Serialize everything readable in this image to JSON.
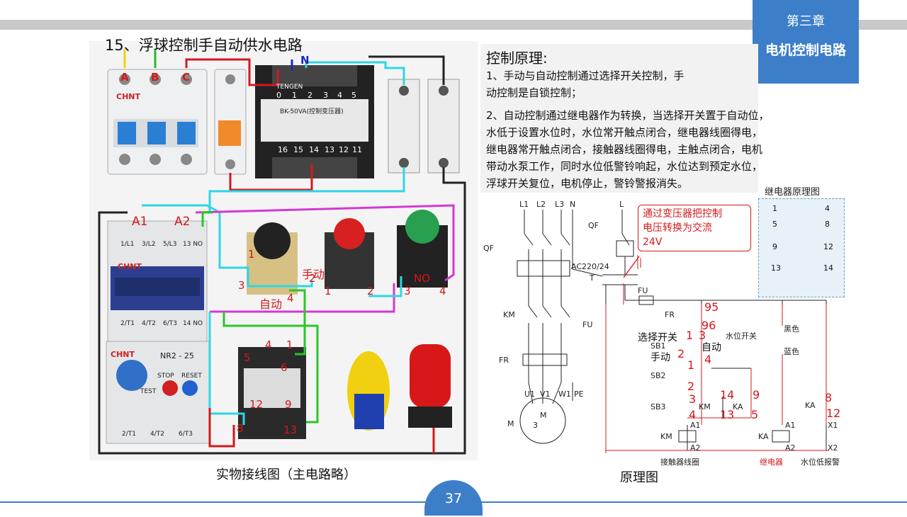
{
  "header": {
    "chapter": "第三章",
    "section": "电机控制电路"
  },
  "title": "15、浮球控制手自动供水电路",
  "principle": {
    "heading": "控制原理:",
    "p1_line1": "1、手动与自动控制通过选择开关控制，手",
    "p1_line2": "动控制是自锁控制；",
    "p2_lines": [
      "2、自动控制通过继电器作为转换，当选择开关置于自动位，",
      "水低于设置水位时，水位常开触点闭合，继电器线圈得电，",
      "继电器常开触点闭合，接触器线圈得电，主触点闭合，电机",
      "带动水泵工作，同时水位低警铃响起，水位达到预定水位，",
      "浮球开关复位，电机停止，警铃警报消失。"
    ]
  },
  "relay_diagram": {
    "title": "继电器原理图",
    "pins": [
      "1",
      "4",
      "5",
      "8",
      "9",
      "12",
      "13",
      "14"
    ]
  },
  "wiring_photo": {
    "phases": [
      "A",
      "B",
      "C"
    ],
    "neutral": "N",
    "labels_red": [
      "A1",
      "A2",
      "1",
      "2",
      "3",
      "4",
      "1",
      "2",
      "3",
      "4",
      "4",
      "1",
      "5",
      "6",
      "12",
      "9",
      "8",
      "13",
      "NO"
    ],
    "manual": "手动",
    "auto": "自动",
    "no": "NO",
    "brand": "CHNT",
    "relay_model": "NR2 - 25",
    "stop": "STOP",
    "reset": "RESET",
    "test": "TEST",
    "transformer": "BK-50VA(控制变压器)",
    "transformer_brand": "TENGEN",
    "transformer_top_pins": [
      "0",
      "1",
      "2",
      "3",
      "4",
      "5"
    ],
    "transformer_bottom_pins": [
      "16",
      "15",
      "14",
      "13",
      "12",
      "11"
    ],
    "contactor_pins_top": [
      "1/L1",
      "3/L2",
      "5/L3",
      "13 NO"
    ],
    "contactor_pins_bottom": [
      "2/T1",
      "4/T2",
      "6/T3",
      "14 NO"
    ],
    "thermal_pins": [
      "2/T1",
      "4/T2",
      "6/T3"
    ]
  },
  "schematic": {
    "phases": [
      "L1",
      "L2",
      "L3",
      "N"
    ],
    "L": "L",
    "QF": "QF",
    "KM": "KM",
    "FR": "FR",
    "FU": "FU",
    "T": "T",
    "ac": "AC220/24",
    "U1": "U1",
    "V1": "V1",
    "W1": "W1",
    "PE": "PE",
    "M": "M",
    "m3": "3",
    "callout": [
      "通过变压器把控制",
      "电压转换为交流",
      "24V"
    ],
    "select_switch": "选择开关",
    "manual": "手动",
    "auto": "自动",
    "water_switch": "水位开关",
    "black": "黑色",
    "blue": "蓝色",
    "sb1": "SB1",
    "sb2": "SB2",
    "sb3": "SB3",
    "ka": "KA",
    "x1": "X1",
    "x2": "X2",
    "a1": "A1",
    "a2": "A2",
    "red_nums": [
      "95",
      "96",
      "1",
      "3",
      "2",
      "4",
      "1",
      "2",
      "3",
      "4",
      "14",
      "13",
      "9",
      "5",
      "8",
      "12"
    ],
    "coil_km": "接触器线圈",
    "coil_ka": "继电器",
    "alarm": "水位低报警"
  },
  "captions": {
    "left": "实物接线图（主电路略）",
    "right": "原理图"
  },
  "page": "37",
  "colors": {
    "accent": "#3d7ec9",
    "red": "#d4181c",
    "cyan": "#2ed6e6",
    "magenta": "#d438d4",
    "green": "#28c828"
  }
}
